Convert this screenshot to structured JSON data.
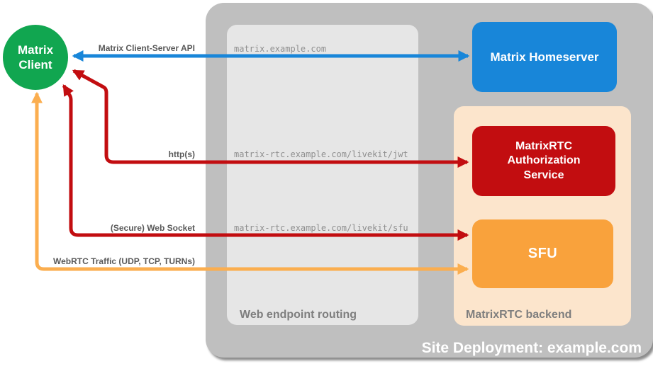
{
  "nodes": {
    "client": {
      "label": "Matrix Client",
      "color": "#11a650"
    },
    "homeserver": {
      "label": "Matrix Homeserver",
      "color": "#1886d9"
    },
    "auth_service": {
      "label": "MatrixRTC Authorization Service",
      "color": "#c20d10"
    },
    "sfu": {
      "label": "SFU",
      "color": "#f9a23c"
    }
  },
  "containers": {
    "site_deployment": {
      "label": "Site Deployment: example.com",
      "color": "#bfbfbf"
    },
    "web_endpoint_routing": {
      "label": "Web endpoint routing",
      "color": "#e6e6e6"
    },
    "matrixrtc_backend": {
      "label": "MatrixRTC backend",
      "color": "#fce5cc"
    }
  },
  "connections": {
    "client_server_api": {
      "label": "Matrix Client-Server API",
      "endpoint": "matrix.example.com",
      "color": "#1886d9",
      "arrowheads": "both"
    },
    "https": {
      "label": "http(s)",
      "endpoint": "matrix-rtc.example.com/livekit/jwt",
      "color": "#c20d10",
      "arrowheads": "both"
    },
    "websocket": {
      "label": "(Secure) Web Socket",
      "endpoint": "matrix-rtc.example.com/livekit/sfu",
      "color": "#c20d10",
      "arrowheads": "both"
    },
    "webrtc": {
      "label": "WebRTC Traffic (UDP, TCP, TURNs)",
      "color": "#fbae4f",
      "arrowheads": "both"
    }
  }
}
